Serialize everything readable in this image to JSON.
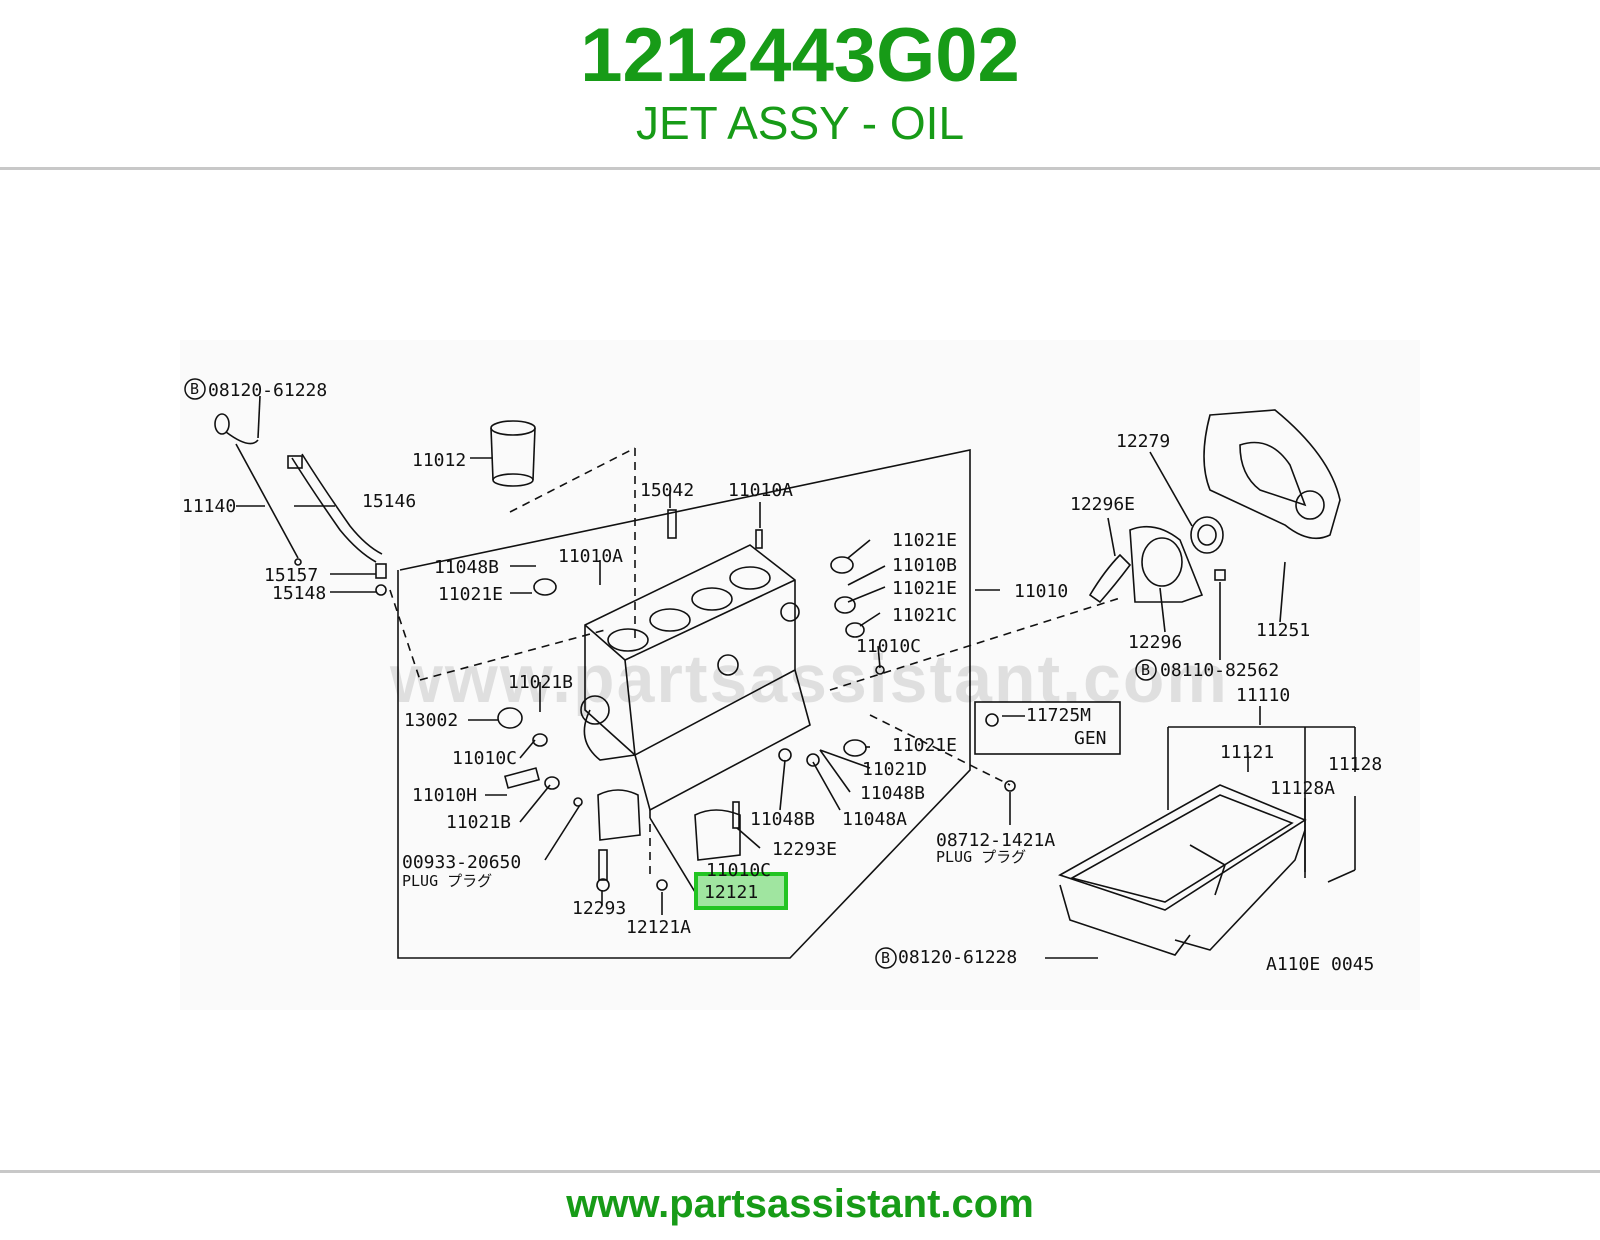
{
  "header": {
    "part_number": "1212443G02",
    "description": "JET ASSY - OIL"
  },
  "diagram": {
    "watermark": "www.partsassistant.com",
    "code": "A110E 0045",
    "highlight_color": "#22c422",
    "callouts": {
      "b1": "08120-61228",
      "c11012": "11012",
      "c15042": "15042",
      "c11010a_top": "11010A",
      "c11140": "11140",
      "c15146": "15146",
      "c15157": "15157",
      "c15148": "15148",
      "c11048b_l": "11048B",
      "c11010a": "11010A",
      "c11021e_l": "11021E",
      "c11021e_r1": "11021E",
      "c11010b": "11010B",
      "c11021e_r2": "11021E",
      "c11021c": "11021C",
      "c11010": "11010",
      "c11010c_r": "11010C",
      "c11021b_t": "11021B",
      "c13002": "13002",
      "c11010c_l": "11010C",
      "c11010h": "11010H",
      "c11021b_b": "11021B",
      "c00933": "00933-20650",
      "plug1": "PLUG プラグ",
      "c12293": "12293",
      "c12121a": "12121A",
      "c12121": "12121",
      "c11010c_b": "11010C",
      "c12293e": "12293E",
      "c11048b_b": "11048B",
      "c11048a": "11048A",
      "c11048b_r": "11048B",
      "c11021d": "11021D",
      "c11021e_r3": "11021E",
      "c08712": "08712-1421A",
      "plug2": "PLUG プラグ",
      "c11725m": "11725M",
      "gen": "GEN",
      "c12279": "12279",
      "c12296e": "12296E",
      "c12296": "12296",
      "c11251": "11251",
      "b2": "08110-82562",
      "c11110": "11110",
      "c11121": "11121",
      "c11128": "11128",
      "c11128a": "11128A",
      "b3": "08120-61228",
      "b_mark": "B"
    }
  },
  "footer": {
    "url": "www.partsassistant.com"
  }
}
